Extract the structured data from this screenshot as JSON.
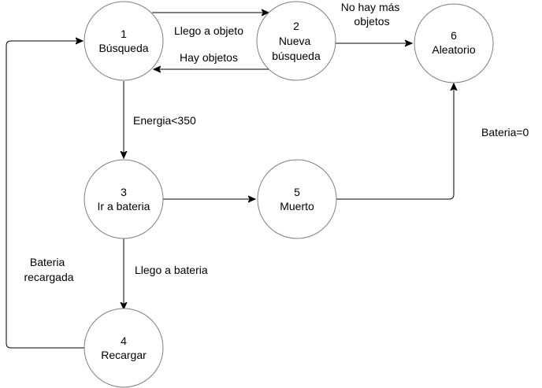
{
  "colors": {
    "node_stroke": "#808080",
    "edge": "#000000",
    "background": "#ffffff"
  },
  "nodes": {
    "n1": {
      "id": "1",
      "label": "Búsqueda"
    },
    "n2": {
      "id": "2",
      "label_lines": [
        "Nueva",
        "búsqueda"
      ]
    },
    "n3": {
      "id": "3",
      "label": "Ir a bateria"
    },
    "n4": {
      "id": "4",
      "label": "Recargar"
    },
    "n5": {
      "id": "5",
      "label": "Muerto"
    },
    "n6": {
      "id": "6",
      "label": "Aleatorio"
    }
  },
  "edges": {
    "e1_2": {
      "label": "Llego a objeto"
    },
    "e2_1": {
      "label": "Hay objetos"
    },
    "e2_6": {
      "label_lines": [
        "No hay más",
        "objetos"
      ]
    },
    "e1_3": {
      "label": "Energia<350"
    },
    "e3_4": {
      "label": "Llego a bateria"
    },
    "e4_1": {
      "label_lines": [
        "Bateria",
        "recargada"
      ]
    },
    "e3_5": {
      "label": ""
    },
    "e5_6": {
      "label": "Bateria=0"
    }
  }
}
